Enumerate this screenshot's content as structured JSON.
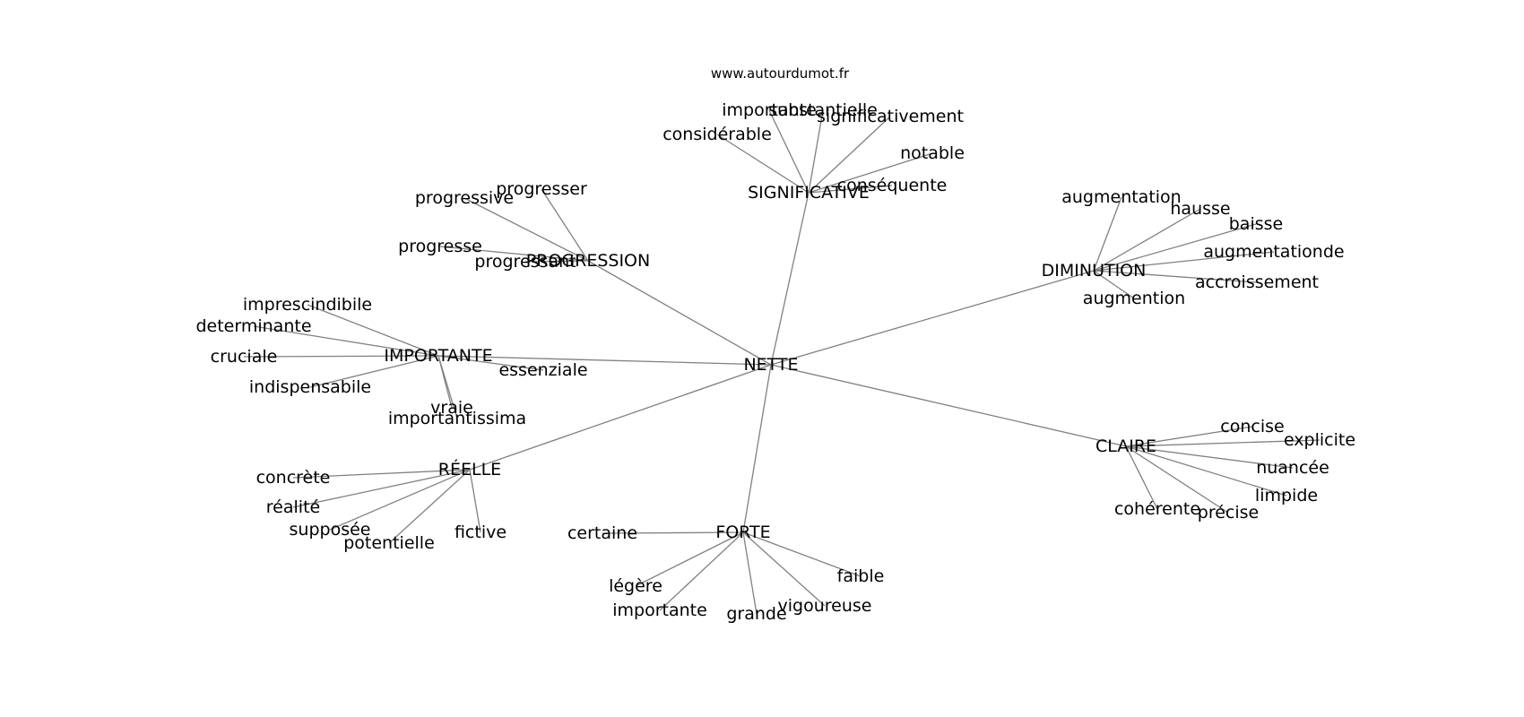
{
  "source": "www.autourdumot.fr",
  "graph": {
    "center": "NETTE",
    "hubs": [
      {
        "label": "SIGNIFICATIVE",
        "leaves": [
          "importante",
          "substantielle",
          "significativement",
          "considérable",
          "notable",
          "conséquente"
        ]
      },
      {
        "label": "PROGRESSION",
        "leaves": [
          "progresser",
          "progressive",
          "progresse",
          "progressant"
        ]
      },
      {
        "label": "DIMINUTION",
        "leaves": [
          "augmentation",
          "hausse",
          "baisse",
          "augmentationde",
          "accroissement",
          "augmention"
        ]
      },
      {
        "label": "IMPORTANTE",
        "leaves": [
          "imprescindibile",
          "determinante",
          "cruciale",
          "indispensabile",
          "essenziale",
          "vraie",
          "importantissima"
        ]
      },
      {
        "label": "CLAIRE",
        "leaves": [
          "concise",
          "explicite",
          "nuancée",
          "limpide",
          "précise",
          "cohérente"
        ]
      },
      {
        "label": "RÉELLE",
        "leaves": [
          "concrète",
          "réalité",
          "supposée",
          "potentielle",
          "fictive"
        ]
      },
      {
        "label": "FORTE",
        "leaves": [
          "certaine",
          "légère",
          "importante",
          "grande",
          "vigoureuse",
          "faible"
        ]
      }
    ]
  }
}
